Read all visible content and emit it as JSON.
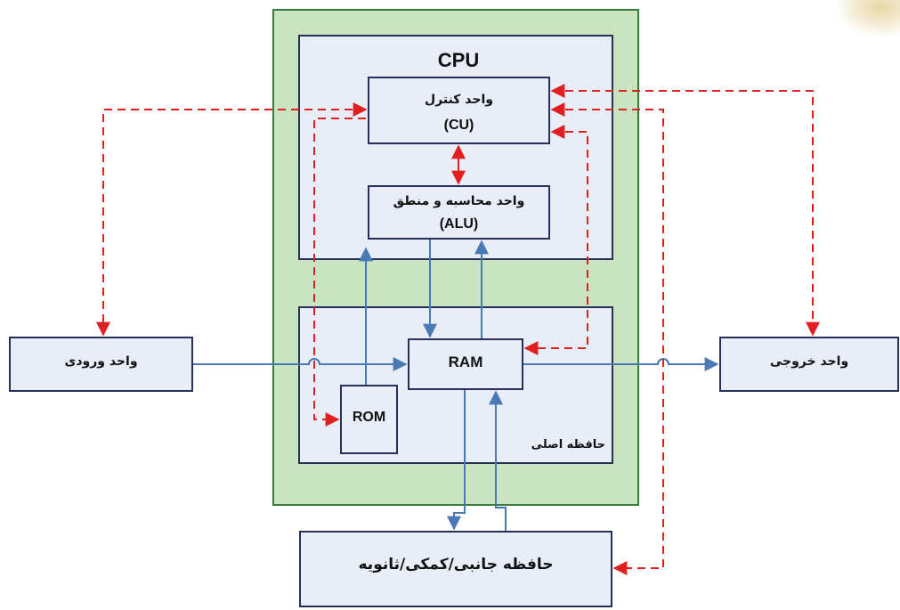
{
  "cpu": {
    "title": "CPU",
    "control_unit": {
      "label_fa": "واحد کنترل",
      "label_en": "(CU)"
    },
    "alu": {
      "label_fa": "واحد محاسبه و منطق",
      "label_en": "(ALU)"
    }
  },
  "main_memory": {
    "label": "حافظه اصلی",
    "ram": "RAM",
    "rom": "ROM"
  },
  "input_unit": {
    "label": "واحد ورودی"
  },
  "output_unit": {
    "label": "واحد خروجی"
  },
  "secondary_memory": {
    "label": "حافظه جانبی/کمکی/ثانویه"
  },
  "colors": {
    "data_line": "#4a7ab5",
    "control_line": "#e02020",
    "box_fill": "#e8edf7",
    "box_border": "#26305a",
    "computer_fill": "#c9e4c1",
    "computer_border": "#3a7a3a"
  }
}
